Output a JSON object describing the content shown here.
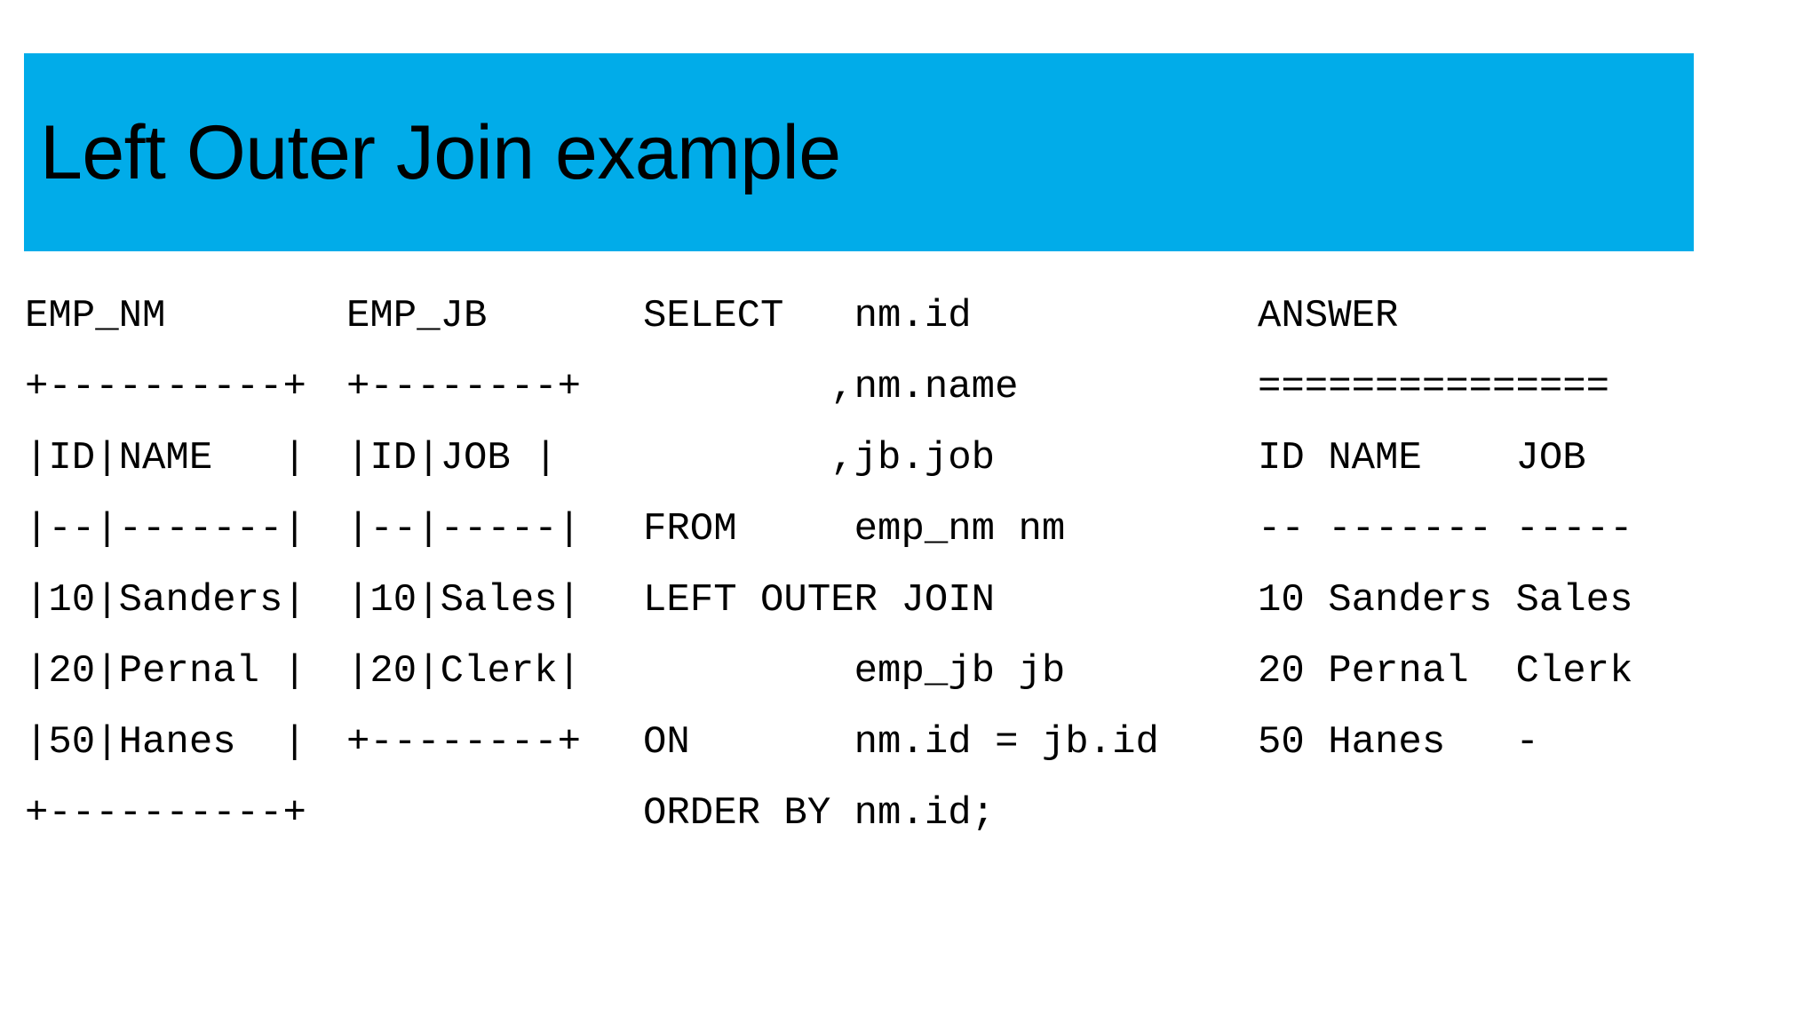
{
  "slide": {
    "background_color": "#ffffff"
  },
  "title": {
    "text": "Left Outer Join example",
    "banner_color": "#01ace9",
    "text_color": "#000000"
  },
  "columns": {
    "emp_nm": {
      "heading": "EMP_NM",
      "kind": "ascii-table",
      "columns": [
        "ID",
        "NAME"
      ],
      "rows": [
        [
          "10",
          "Sanders"
        ],
        [
          "20",
          "Pernal"
        ],
        [
          "50",
          "Hanes"
        ]
      ],
      "lines": [
        "EMP_NM",
        "+----------+",
        "|ID|NAME   |",
        "|--|-------|",
        "|10|Sanders|",
        "|20|Pernal |",
        "|50|Hanes  |",
        "+----------+"
      ]
    },
    "emp_jb": {
      "heading": "EMP_JB",
      "kind": "ascii-table",
      "columns": [
        "ID",
        "JOB"
      ],
      "rows": [
        [
          "10",
          "Sales"
        ],
        [
          "20",
          "Clerk"
        ]
      ],
      "lines": [
        "EMP_JB",
        "+--------+",
        "|ID|JOB |",
        "|--|-----|",
        "|10|Sales|",
        "|20|Clerk|",
        "+--------+"
      ]
    },
    "sql": {
      "kind": "sql-query",
      "lines": [
        "SELECT   nm.id",
        "        ,nm.name",
        "        ,jb.job",
        "FROM     emp_nm nm",
        "LEFT OUTER JOIN",
        "         emp_jb jb",
        "ON       nm.id = jb.id",
        "ORDER BY nm.id;"
      ]
    },
    "answer": {
      "heading": "ANSWER",
      "kind": "result-set",
      "columns": [
        "ID",
        "NAME",
        "JOB"
      ],
      "rows": [
        [
          "10",
          "Sanders",
          "Sales"
        ],
        [
          "20",
          "Pernal",
          "Clerk"
        ],
        [
          "50",
          "Hanes",
          "-"
        ]
      ],
      "lines": [
        "ANSWER",
        "===============",
        "ID NAME    JOB",
        "-- ------- -----",
        "10 Sanders Sales",
        "20 Pernal  Clerk",
        "50 Hanes   -"
      ]
    }
  }
}
